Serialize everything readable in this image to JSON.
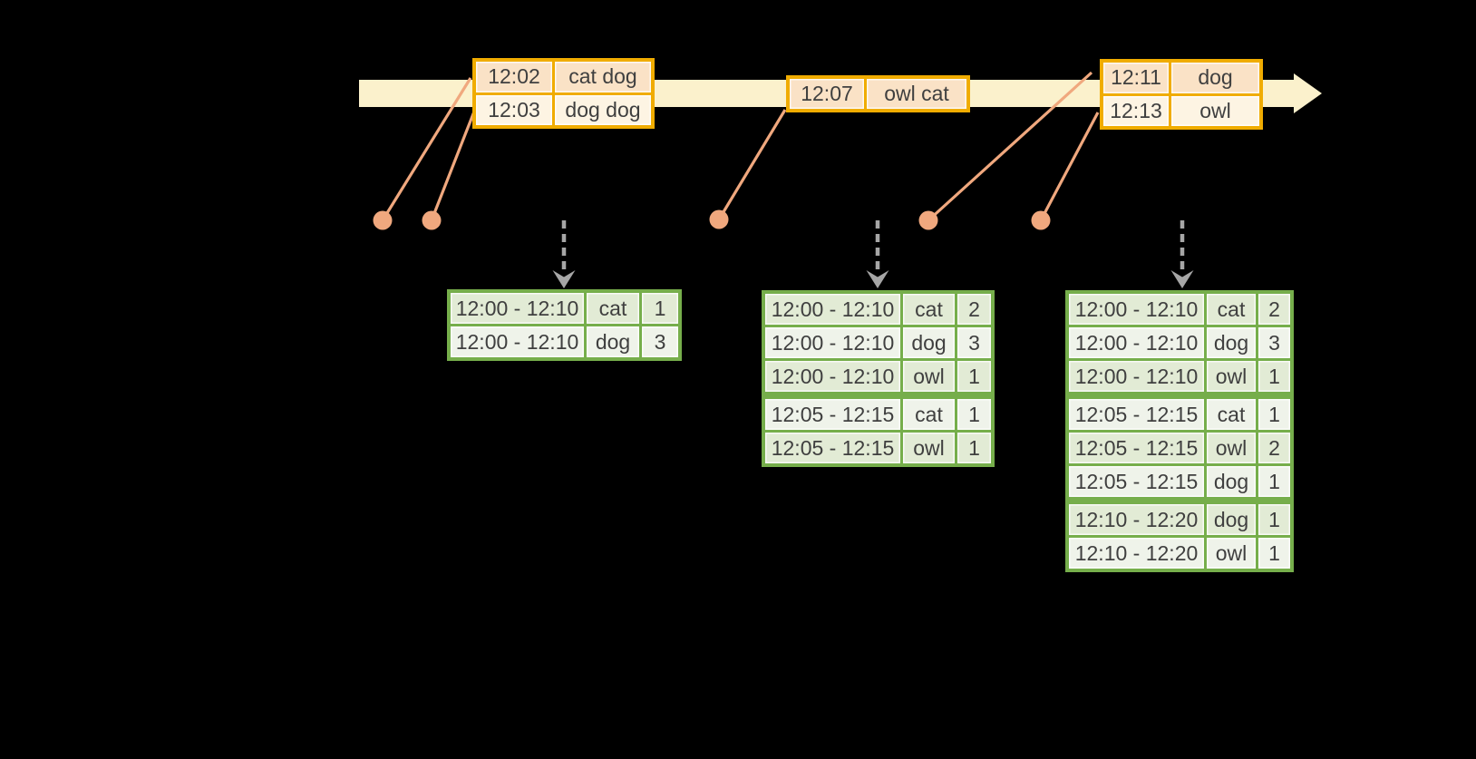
{
  "colors": {
    "background": "#000000",
    "timeline_band": "#FBF1CC",
    "event_table_border": "#F0AC00",
    "event_row_peach": "#FAE2C6",
    "event_row_cream": "#FDF4E3",
    "connector_salmon": "#F0A87E",
    "result_table_border": "#76AE4B",
    "result_row_dark": "#E2EBD5",
    "result_row_light": "#EFF3EA",
    "trigger_arrow_gray": "#A6A6A6",
    "text": "#3F3F3F"
  },
  "timeline": {
    "event_tables": [
      {
        "rows": [
          {
            "time": "12:02",
            "words": "cat dog"
          },
          {
            "time": "12:03",
            "words": "dog dog"
          }
        ]
      },
      {
        "rows": [
          {
            "time": "12:07",
            "words": "owl cat"
          }
        ]
      },
      {
        "rows": [
          {
            "time": "12:11",
            "words": "dog"
          },
          {
            "time": "12:13",
            "words": "owl"
          }
        ]
      }
    ]
  },
  "result_tables": [
    {
      "groups": [
        2
      ],
      "rows": [
        {
          "window": "12:00 - 12:10",
          "word": "cat",
          "count": "1"
        },
        {
          "window": "12:00 - 12:10",
          "word": "dog",
          "count": "3"
        }
      ]
    },
    {
      "groups": [
        3,
        2
      ],
      "rows": [
        {
          "window": "12:00 - 12:10",
          "word": "cat",
          "count": "2"
        },
        {
          "window": "12:00 - 12:10",
          "word": "dog",
          "count": "3"
        },
        {
          "window": "12:00 - 12:10",
          "word": "owl",
          "count": "1"
        },
        {
          "window": "12:05 - 12:15",
          "word": "cat",
          "count": "1"
        },
        {
          "window": "12:05 - 12:15",
          "word": "owl",
          "count": "1"
        }
      ]
    },
    {
      "groups": [
        3,
        3,
        2
      ],
      "rows": [
        {
          "window": "12:00 - 12:10",
          "word": "cat",
          "count": "2"
        },
        {
          "window": "12:00 - 12:10",
          "word": "dog",
          "count": "3"
        },
        {
          "window": "12:00 - 12:10",
          "word": "owl",
          "count": "1"
        },
        {
          "window": "12:05 - 12:15",
          "word": "cat",
          "count": "1"
        },
        {
          "window": "12:05 - 12:15",
          "word": "owl",
          "count": "2"
        },
        {
          "window": "12:05 - 12:15",
          "word": "dog",
          "count": "1"
        },
        {
          "window": "12:10 - 12:20",
          "word": "dog",
          "count": "1"
        },
        {
          "window": "12:10 - 12:20",
          "word": "owl",
          "count": "1"
        }
      ]
    }
  ]
}
